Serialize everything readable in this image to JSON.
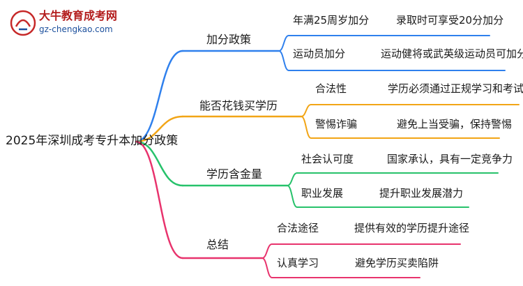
{
  "logo": {
    "title": "大牛教育成考网",
    "url": "gz-chengkao.com"
  },
  "root": {
    "label": "2025年深圳成考专升本加分政策"
  },
  "branches": [
    {
      "label": "加分政策",
      "color": "#2f80ed",
      "children": [
        {
          "label": "年满25周岁加分",
          "detail": "录取时可享受20分加分"
        },
        {
          "label": "运动员加分",
          "detail": "运动健将或武英级运动员可加分"
        }
      ]
    },
    {
      "label": "能否花钱买学历",
      "color": "#f2a516",
      "children": [
        {
          "label": "合法性",
          "detail": "学历必须通过正规学习和考试获得"
        },
        {
          "label": "警惕诈骗",
          "detail": "避免上当受骗，保持警惕"
        }
      ]
    },
    {
      "label": "学历含金量",
      "color": "#27c26b",
      "children": [
        {
          "label": "社会认可度",
          "detail": "国家承认，具有一定竞争力"
        },
        {
          "label": "职业发展",
          "detail": "提升职业发展潜力"
        }
      ]
    },
    {
      "label": "总结",
      "color": "#e8336d",
      "children": [
        {
          "label": "合法途径",
          "detail": "提供有效的学历提升途径"
        },
        {
          "label": "认真学习",
          "detail": "避免学历买卖陷阱"
        }
      ]
    }
  ]
}
